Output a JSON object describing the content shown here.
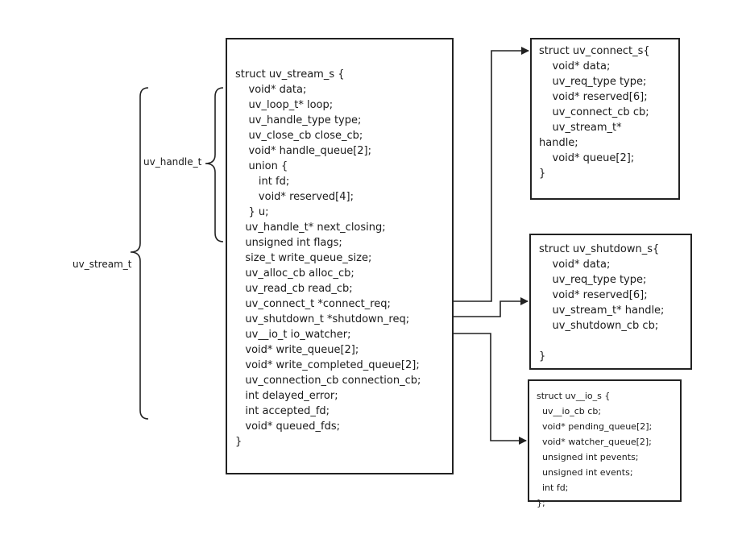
{
  "labels": {
    "uv_handle_t": "uv_handle_t",
    "uv_stream_t": "uv_stream_t"
  },
  "boxes": {
    "uv_stream_s": {
      "lines": [
        "struct uv_stream_s {",
        "    void* data;",
        "    uv_loop_t* loop;",
        "    uv_handle_type type;",
        "    uv_close_cb close_cb;",
        "    void* handle_queue[2];",
        "    union {",
        "       int fd;",
        "       void* reserved[4];",
        "    } u;",
        "   uv_handle_t* next_closing;",
        "   unsigned int flags;",
        "   size_t write_queue_size;",
        "   uv_alloc_cb alloc_cb;",
        "   uv_read_cb read_cb;",
        "   uv_connect_t *connect_req;",
        "   uv_shutdown_t *shutdown_req;",
        "   uv__io_t io_watcher;",
        "   void* write_queue[2];",
        "   void* write_completed_queue[2];",
        "   uv_connection_cb connection_cb;",
        "   int delayed_error;",
        "   int accepted_fd;",
        "   void* queued_fds;",
        "}"
      ]
    },
    "uv_connect_s": {
      "lines": [
        "struct uv_connect_s{",
        "    void* data;",
        "    uv_req_type type;",
        "    void* reserved[6];",
        "    uv_connect_cb cb;",
        "    uv_stream_t*",
        "handle;",
        "    void* queue[2];",
        "}"
      ]
    },
    "uv_shutdown_s": {
      "lines": [
        "struct uv_shutdown_s{",
        "    void* data;",
        "    uv_req_type type;",
        "    void* reserved[6];",
        "    uv_stream_t* handle;",
        "    uv_shutdown_cb cb;",
        "",
        "}"
      ]
    },
    "uv__io_s": {
      "lines": [
        "struct uv__io_s {",
        "  uv__io_cb cb;",
        "  void* pending_queue[2];",
        "  void* watcher_queue[2];",
        "  unsigned int pevents;",
        "  unsigned int events;",
        "  int fd;",
        "};"
      ]
    }
  },
  "colors": {
    "border": "#222222",
    "text": "#1a1a1a",
    "background": "#ffffff"
  }
}
